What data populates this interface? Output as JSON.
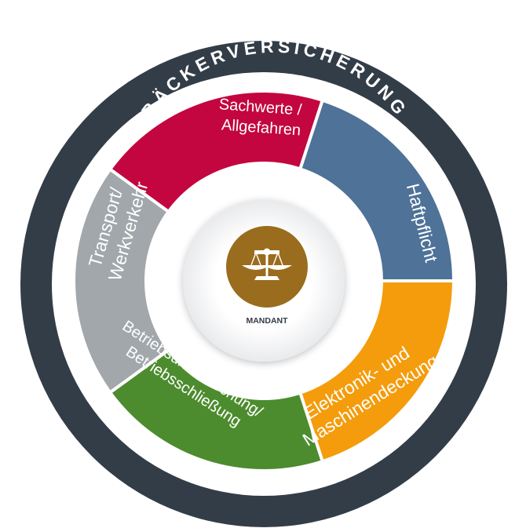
{
  "title": "BÄCKERVERSICHERUNG",
  "center": {
    "label": "MANDANT",
    "icon": "scales-of-justice-icon"
  },
  "segments": [
    {
      "id": "sachwerte",
      "lines": [
        "Sachwerte /",
        "Allgefahren"
      ],
      "color": "#c3063f"
    },
    {
      "id": "haftpflicht",
      "lines": [
        "Haftpflicht"
      ],
      "color": "#4e7298"
    },
    {
      "id": "elektronik",
      "lines": [
        "Elektronik- und",
        "Maschinendeckung"
      ],
      "color": "#f49c0c"
    },
    {
      "id": "betrieb",
      "lines": [
        "Betriebsunterbrechung/",
        "Betriebsschließung"
      ],
      "color": "#4c8c2e"
    },
    {
      "id": "transport",
      "lines": [
        "Transport/",
        "Werkverkehr"
      ],
      "color": "#a1a7ab"
    }
  ],
  "colors": {
    "outer_ring": "#333d48",
    "inner_disc": "#ffffff",
    "center_icon_bg": "#9a6c1e"
  }
}
